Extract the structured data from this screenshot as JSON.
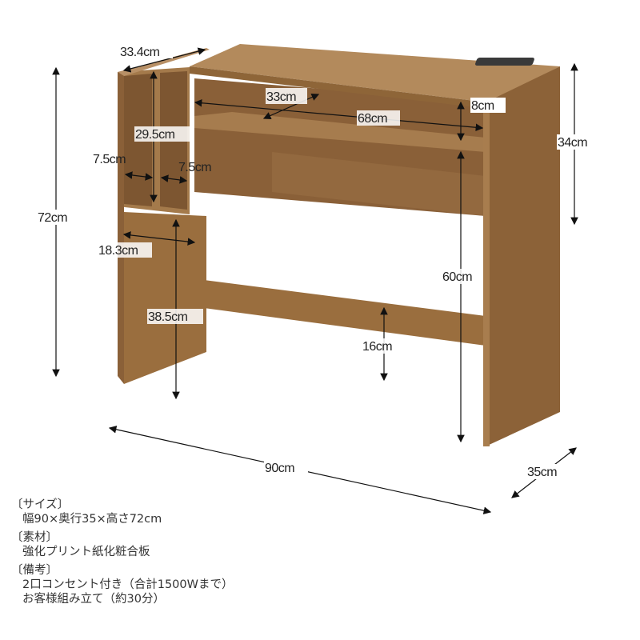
{
  "dimensions": {
    "shelf_depth": "33.4cm",
    "inner_depth": "33cm",
    "inner_width": "68cm",
    "shelf_gap": "8cm",
    "side_height": "29.5cm",
    "compartment_left": "7.5cm",
    "compartment_right": "7.5cm",
    "side_width": "18.3cm",
    "total_height": "72cm",
    "top_height": "34cm",
    "knee_height": "60cm",
    "side_low_height": "38.5cm",
    "stretcher_height": "16cm",
    "width": "90cm",
    "depth": "35cm"
  },
  "specs": [
    {
      "heading": "〔サイズ〕",
      "lines": [
        "幅90×奥行35×高さ72cm"
      ]
    },
    {
      "heading": "〔素材〕",
      "lines": [
        "強化プリント紙化粧合板"
      ]
    },
    {
      "heading": "〔備考〕",
      "lines": [
        "2口コンセント付き（合計1500Wまで）",
        "お客様組み立て（約30分）"
      ]
    }
  ],
  "colors": {
    "wood": "#9a6e3e",
    "wood_dark": "#7a5530",
    "wood_light": "#b08457"
  }
}
